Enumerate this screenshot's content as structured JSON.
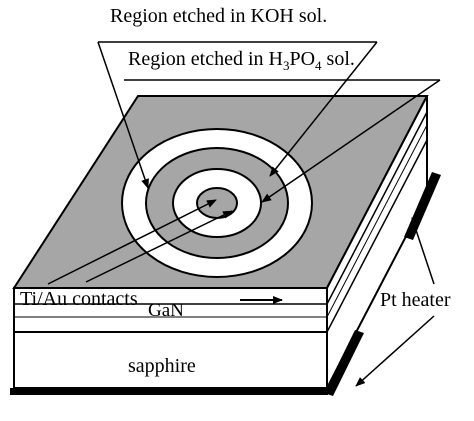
{
  "labels": {
    "koh_region": "Region etched in KOH sol.",
    "h3po4_prefix": "Region etched in H",
    "h3po4_sub3": "3",
    "h3po4_mid": "PO",
    "h3po4_sub4": "4",
    "h3po4_suffix": " sol.",
    "contacts": "Ti/Au contacts",
    "heater": "Pt heater",
    "gan": "GaN",
    "sapphire": "sapphire"
  },
  "colors": {
    "surface": "#a6a6a6",
    "ring_white": "#ffffff",
    "outline": "#000000",
    "heater_bar": "#000000"
  }
}
